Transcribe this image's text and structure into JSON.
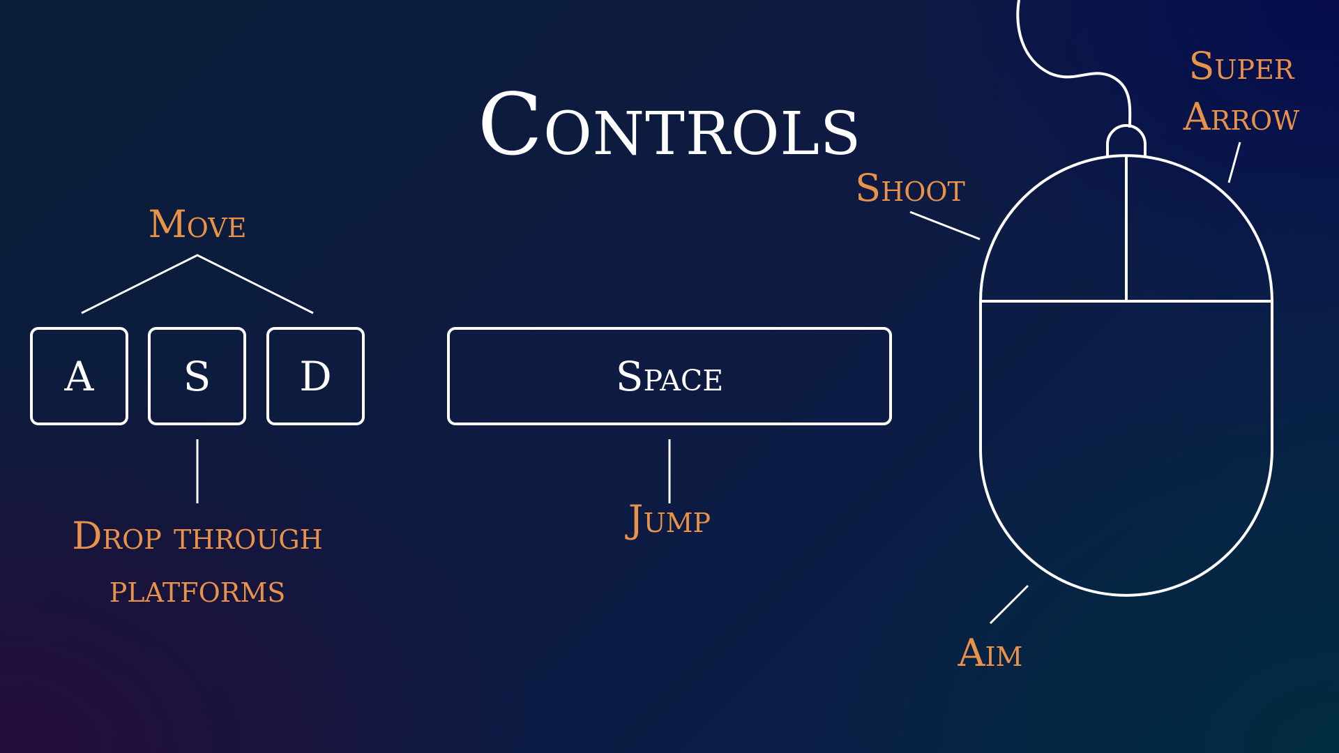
{
  "title": "Controls",
  "keys": {
    "a": "A",
    "s": "S",
    "d": "D",
    "space": "Space"
  },
  "labels": {
    "move": "Move",
    "drop_line1": "Drop through",
    "drop_line2": "platforms",
    "jump": "Jump",
    "shoot": "Shoot",
    "super_line1": "Super",
    "super_line2": "Arrow",
    "aim": "Aim"
  },
  "colors": {
    "label": "#e8924a",
    "text": "#ffffff",
    "outline": "#ffffff"
  },
  "icons": [
    "mouse-icon"
  ]
}
